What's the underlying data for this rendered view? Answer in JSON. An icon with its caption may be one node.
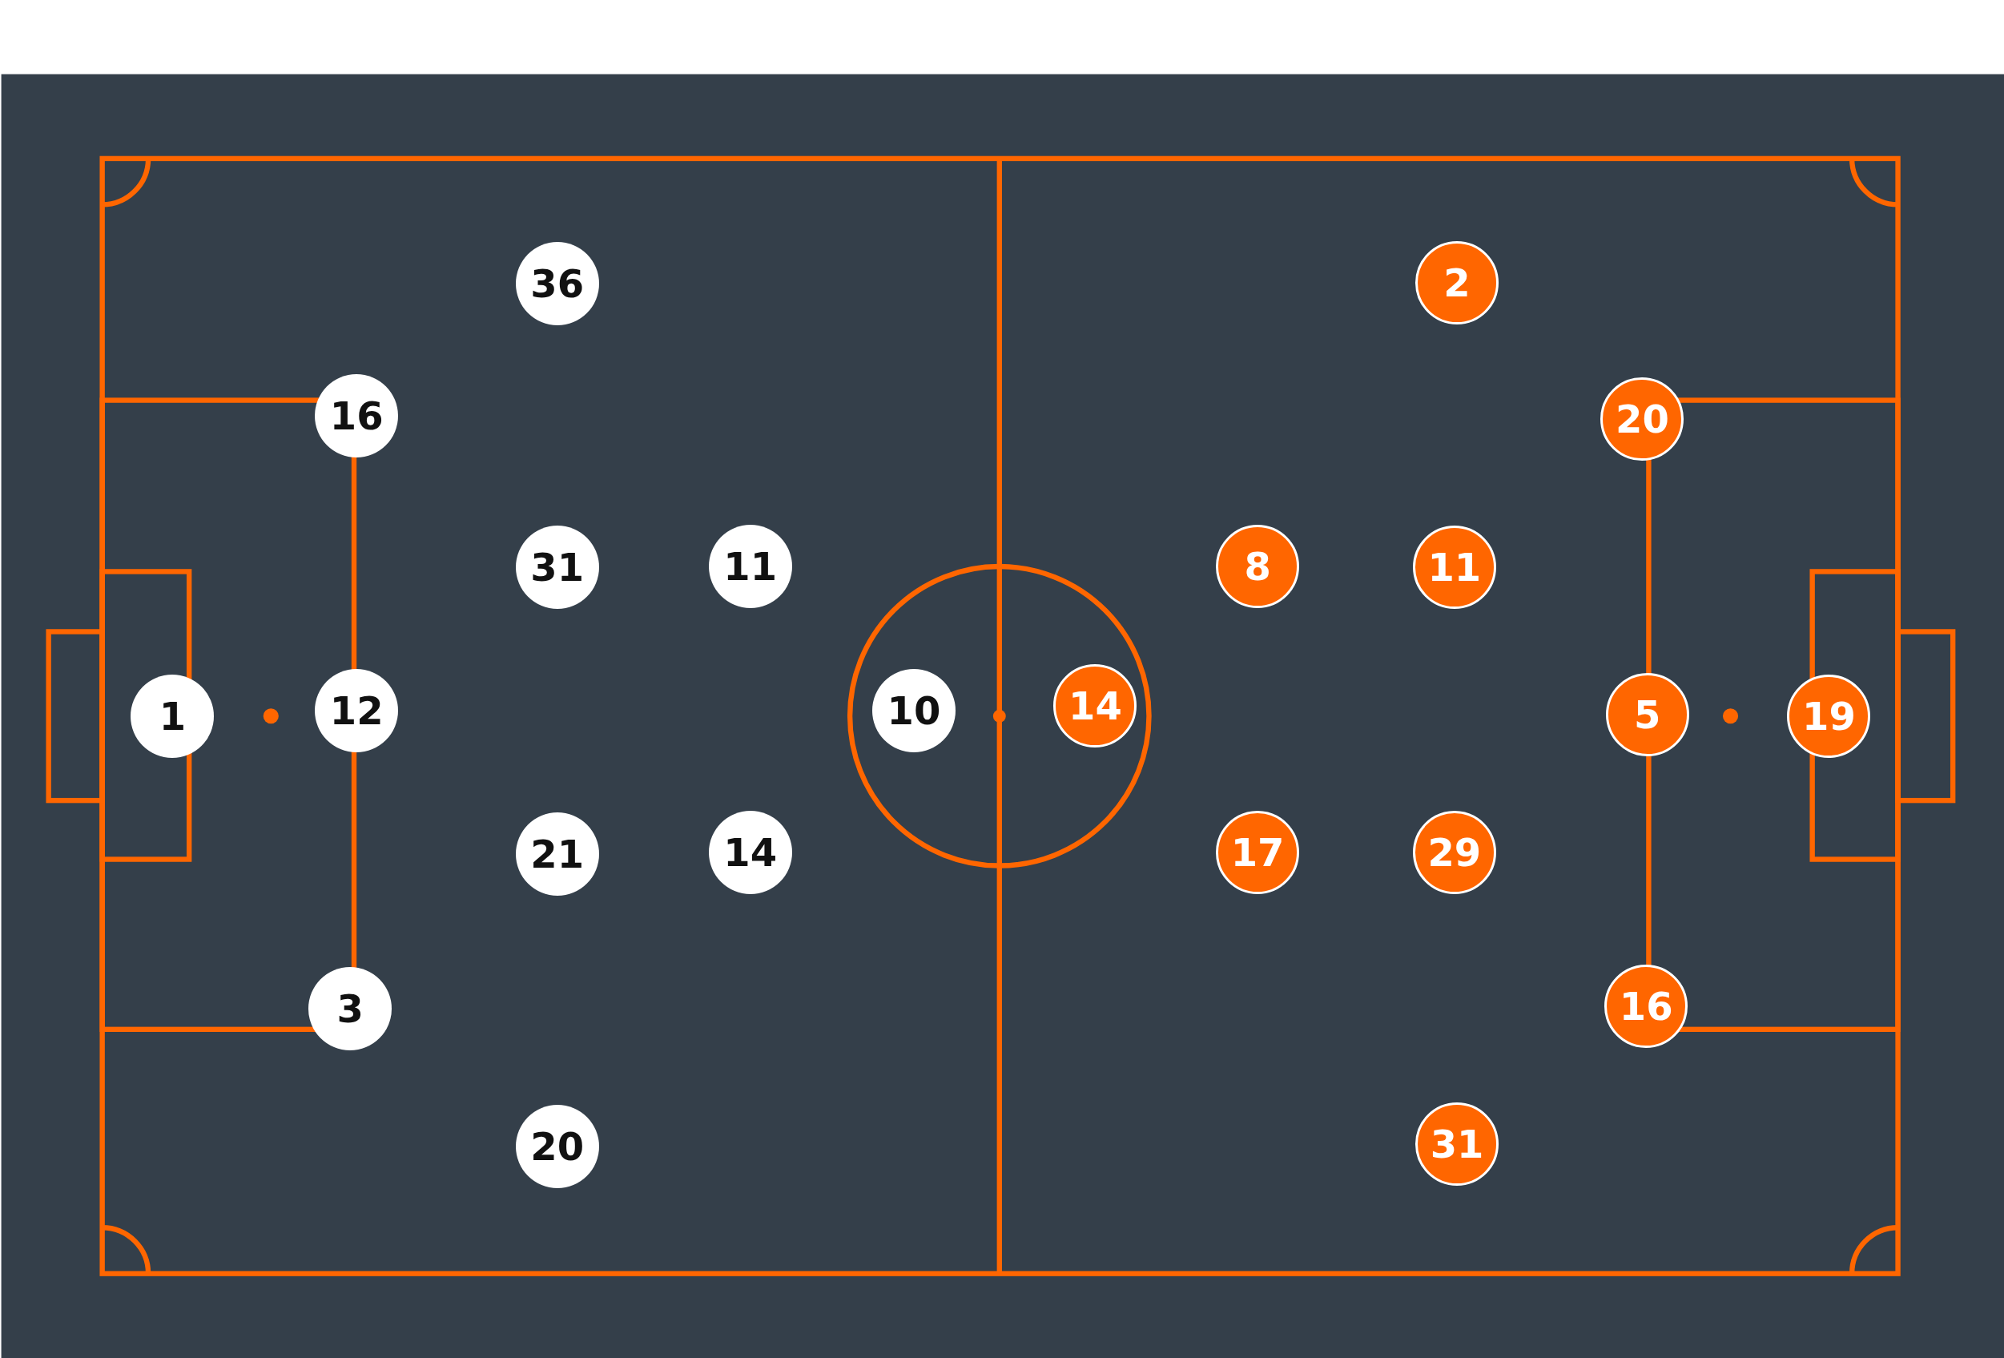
{
  "diagram": {
    "nodes": [
      {
        "text": [
          "36"
        ]
      },
      {
        "text": [
          "16"
        ]
      },
      {
        "text": [
          "31"
        ]
      },
      {
        "text": [
          "11"
        ]
      },
      {
        "text": [
          "1"
        ]
      },
      {
        "text": [
          "12"
        ]
      },
      {
        "text": [
          "10"
        ]
      },
      {
        "text": [
          "21"
        ]
      },
      {
        "text": [
          "14"
        ]
      },
      {
        "text": [
          "3"
        ]
      },
      {
        "text": [
          "20"
        ]
      },
      {
        "text": [
          "2"
        ]
      },
      {
        "text": [
          "20"
        ]
      },
      {
        "text": [
          "8"
        ]
      },
      {
        "text": [
          "11"
        ]
      },
      {
        "text": [
          "14"
        ]
      },
      {
        "text": [
          "5"
        ]
      },
      {
        "text": [
          "19"
        ]
      },
      {
        "text": [
          "17"
        ]
      },
      {
        "text": [
          "29"
        ]
      },
      {
        "text": [
          "16"
        ]
      },
      {
        "text": [
          "31"
        ]
      }
    ],
    "edges": []
  }
}
